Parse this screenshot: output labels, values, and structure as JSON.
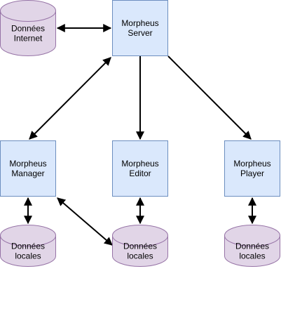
{
  "diagram": {
    "colors": {
      "box_fill": "#dae8fc",
      "box_stroke": "#6c8ebf",
      "db_fill": "#e1d5e7",
      "db_stroke": "#9673a6",
      "edge": "#000000"
    },
    "nodes": {
      "server": {
        "lines": [
          "Morpheus",
          "Server"
        ],
        "shape": "box"
      },
      "manager": {
        "lines": [
          "Morpheus",
          "Manager"
        ],
        "shape": "box"
      },
      "editor": {
        "lines": [
          "Morpheus",
          "Editor"
        ],
        "shape": "box"
      },
      "player": {
        "lines": [
          "Morpheus",
          "Player"
        ],
        "shape": "box"
      },
      "internet_db": {
        "lines": [
          "Données",
          "Internet"
        ],
        "shape": "cylinder"
      },
      "manager_db": {
        "lines": [
          "Données",
          "locales"
        ],
        "shape": "cylinder"
      },
      "editor_db": {
        "lines": [
          "Données",
          "locales"
        ],
        "shape": "cylinder"
      },
      "player_db": {
        "lines": [
          "Données",
          "locales"
        ],
        "shape": "cylinder"
      }
    },
    "edges": [
      {
        "from": "internet_db",
        "to": "server",
        "direction": "both"
      },
      {
        "from": "server",
        "to": "manager",
        "direction": "both"
      },
      {
        "from": "server",
        "to": "editor",
        "direction": "forward"
      },
      {
        "from": "server",
        "to": "player",
        "direction": "forward"
      },
      {
        "from": "manager",
        "to": "manager_db",
        "direction": "both"
      },
      {
        "from": "editor",
        "to": "editor_db",
        "direction": "both"
      },
      {
        "from": "player",
        "to": "player_db",
        "direction": "both"
      },
      {
        "from": "manager",
        "to": "editor_db",
        "direction": "both"
      }
    ]
  }
}
